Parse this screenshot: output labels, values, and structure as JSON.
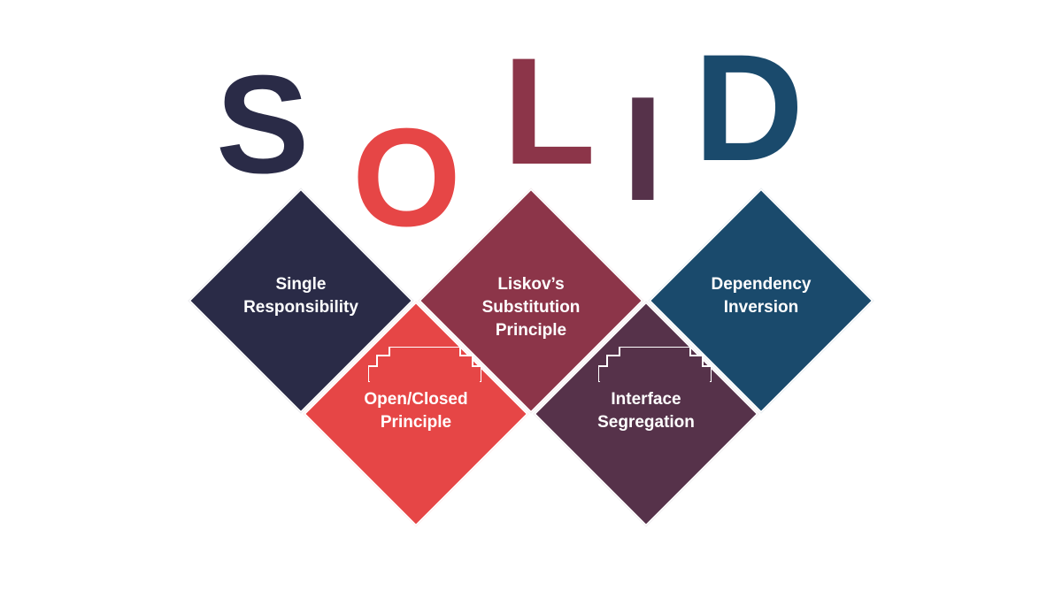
{
  "title_letters": [
    {
      "char": "S",
      "color": "#2a2b47"
    },
    {
      "char": "O",
      "color": "#e64646"
    },
    {
      "char": "L",
      "color": "#8c3549"
    },
    {
      "char": "I",
      "color": "#56324a"
    },
    {
      "char": "D",
      "color": "#1a4a6c"
    }
  ],
  "principles": [
    {
      "id": "single-responsibility",
      "lines": [
        "Single",
        "Responsibility"
      ],
      "color": "#2a2b47"
    },
    {
      "id": "open-closed",
      "lines": [
        "Open/Closed",
        "Principle"
      ],
      "color": "#e64646"
    },
    {
      "id": "liskov-substitution",
      "lines": [
        "Liskov’s",
        "Substitution",
        "Principle"
      ],
      "color": "#8c3549"
    },
    {
      "id": "interface-segregation",
      "lines": [
        "Interface",
        "Segregation"
      ],
      "color": "#56324a"
    },
    {
      "id": "dependency-inversion",
      "lines": [
        "Dependency",
        "Inversion"
      ],
      "color": "#1a4a6c"
    }
  ]
}
